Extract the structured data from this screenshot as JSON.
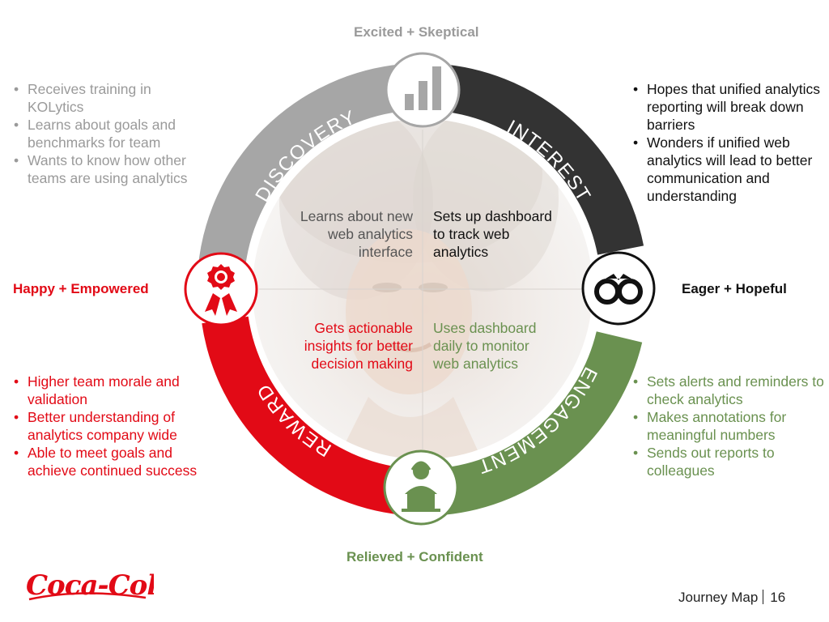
{
  "emotions": {
    "top": "Excited + Skeptical",
    "right": "Eager + Hopeful",
    "bottom": "Relieved + Confident",
    "left": "Happy + Empowered"
  },
  "stages": {
    "discovery": "DISCOVERY",
    "interest": "INTEREST",
    "engagement": "ENGAGEMENT",
    "reward": "REWARD"
  },
  "center": {
    "top_left": [
      "Learns about new",
      "web analytics",
      "interface"
    ],
    "top_right": [
      "Sets up dashboard",
      "to track web",
      "analytics"
    ],
    "bottom_left": [
      "Gets actionable",
      "insights for better",
      "decision making"
    ],
    "bottom_right": [
      "Uses dashboard",
      "daily to monitor",
      "web analytics"
    ]
  },
  "lists": {
    "discovery": [
      "Receives training in KOLytics",
      "Learns about goals and benchmarks for team",
      "Wants to know how other teams are using analytics"
    ],
    "interest": [
      "Hopes that unified analytics reporting will break down barriers",
      "Wonders if unified web analytics will lead to better communication and understanding"
    ],
    "engagement": [
      "Sets alerts and reminders to check analytics",
      "Makes annotations for meaningful numbers",
      "Sends out reports to colleagues"
    ],
    "reward": [
      "Higher team morale and validation",
      "Better understanding of analytics company wide",
      "Able to meet goals and achieve continued success"
    ]
  },
  "icons": {
    "top": "bar-chart-icon",
    "right": "binoculars-icon",
    "bottom": "person-at-laptop-icon",
    "left": "award-ribbon-icon"
  },
  "logo": "Coca-Cola",
  "footer": {
    "title": "Journey Map",
    "page": "16"
  },
  "colors": {
    "discovery": "#a6a6a6",
    "interest": "#333333",
    "engagement": "#6a9150",
    "reward": "#e20a16"
  }
}
